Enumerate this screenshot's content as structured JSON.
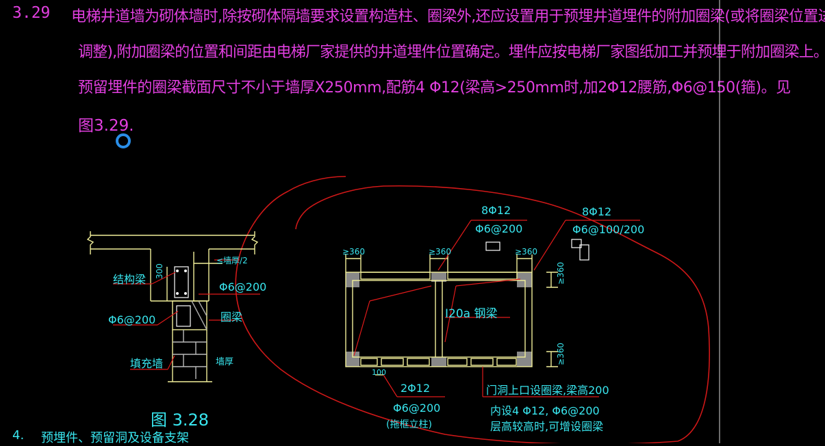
{
  "note": {
    "clause_number": "3.29",
    "line1": "电梯井道墙为砌体墙时,除按砌体隔墙要求设置构造柱、圈梁外,还应设置用于预埋井道埋件的附加圈梁(或将圈梁位置进行",
    "line2": "调整),附加圈梁的位置和间距由电梯厂家提供的井道埋件位置确定。埋件应按电梯厂家图纸加工并预埋于附加圈梁上。需",
    "line3": "预留埋件的圈梁截面尺寸不小于墙厚X250mm,配筋4 Φ12(梁高>250mm时,加2Φ12腰筋,Φ6@150(箍)。见",
    "line4": "图3.29."
  },
  "fig328": {
    "caption": "图 3.28",
    "label_wall_half": "≤墙厚/2",
    "label_structural_beam": "结构梁",
    "label_300": "300",
    "label_phi6_200_right": "Φ6@200",
    "label_phi6_200_left": "Φ6@200",
    "label_ring_beam": "圈梁",
    "label_infill_wall": "填充墙",
    "label_wall_thickness": "墙厚"
  },
  "fig329": {
    "top_mid_rebar": "8Φ12",
    "top_mid_stirrup": "Φ6@200",
    "top_right_rebar": "8Φ12",
    "top_right_stirrup": "Φ6@100/200",
    "dim_360_a": "≥360",
    "dim_360_b": "≥360",
    "dim_360_c": "≥360",
    "dim_360_side_top": "≥360",
    "dim_360_side_bottom": "≥360",
    "steel_beam": "I20a 钢梁",
    "dim_100": "100",
    "bottom_rebar": "2Φ12",
    "bottom_stirrup": "Φ6@200",
    "bottom_note": "(拖框立柱)",
    "door_note1": "门洞上口设圈梁,梁高200",
    "door_note2": "内设4 Φ12, Φ6@200",
    "door_note3": "层高较高时,可增设圈梁"
  },
  "section4": {
    "number": "4.",
    "title": "预埋件、预留洞及设备支架"
  },
  "colors": {
    "magenta_text": "#e23fe0",
    "cyan_text": "#39e6ef",
    "yellow_lines": "#f2f09a",
    "red_lines": "#e01a1a",
    "cursor_blue": "#2a8ee8"
  }
}
